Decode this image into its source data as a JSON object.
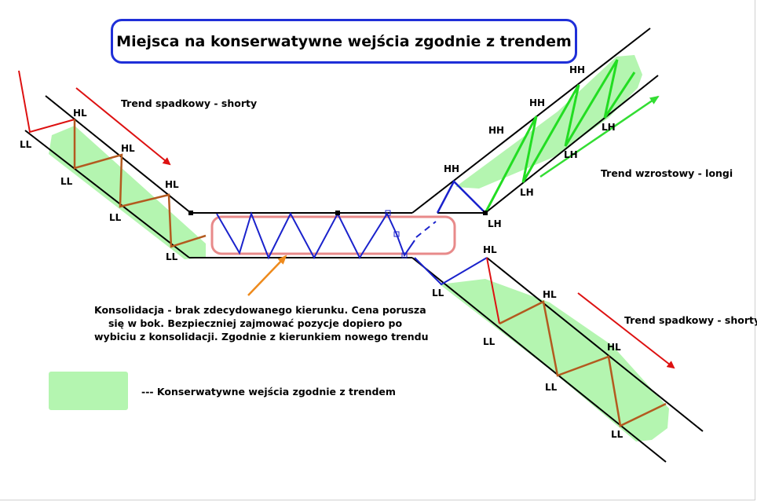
{
  "title": "Miejsca na konserwatywne wejścia zgodnie z trendem",
  "trend_left": "Trend spadkowy - shorty",
  "trend_up": "Trend wzrostowy - longi",
  "trend_right": "Trend spadkowy - shorty",
  "consolidation_lines": [
    "Konsolidacja - brak zdecydowanego kierunku. Cena porusza",
    "się w bok. Bezpieczniej zajmować pozycje dopiero po",
    "wybiciu z konsolidacji. Zgodnie z kierunkiem nowego trendu"
  ],
  "legend_label": "--- Konserwatywne wejścia zgodnie z trendem",
  "point_labels": {
    "ll": "LL",
    "hl": "HL",
    "hh": "HH",
    "lh": "LH"
  },
  "colors": {
    "title_border": "#1f2fd8",
    "zone_fill": "#b4f5b0",
    "channel_line": "#000000",
    "downtrend_zigzag": "#b35a1f",
    "uptrend_zigzag": "#22dd22",
    "consolidation_zigzag": "#1a22cc",
    "red_arrow": "#dd1111",
    "green_arrow": "#33dd33",
    "orange_arrow": "#ee8a1c",
    "highlight_border": "#e88a8a"
  }
}
